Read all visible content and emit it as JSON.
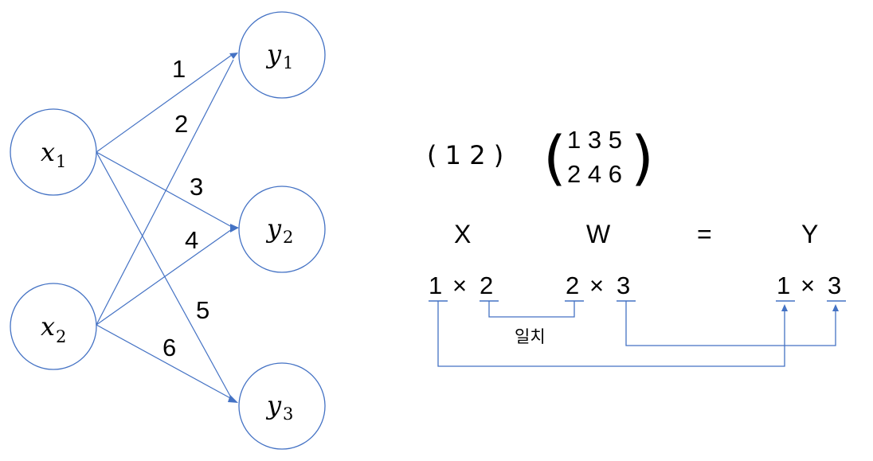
{
  "network": {
    "inputs": [
      {
        "var": "x",
        "sub": "1"
      },
      {
        "var": "x",
        "sub": "2"
      }
    ],
    "outputs": [
      {
        "var": "y",
        "sub": "1"
      },
      {
        "var": "y",
        "sub": "2"
      },
      {
        "var": "y",
        "sub": "3"
      }
    ],
    "weights": [
      "1",
      "2",
      "3",
      "4",
      "5",
      "6"
    ]
  },
  "matrices": {
    "row_vector": "( 1 2 )",
    "w_matrix": {
      "row1": "1 3 5",
      "row2": "2 4 6"
    }
  },
  "equation": {
    "x_label": "X",
    "w_label": "W",
    "equals": "=",
    "y_label": "Y"
  },
  "dimensions": {
    "x_rows": "1",
    "x_cols": "2",
    "w_rows": "2",
    "w_cols": "3",
    "y_rows": "1",
    "y_cols": "3",
    "times": "×"
  },
  "match_label": "일치",
  "colors": {
    "accent": "#4472c4",
    "text": "#000000"
  }
}
